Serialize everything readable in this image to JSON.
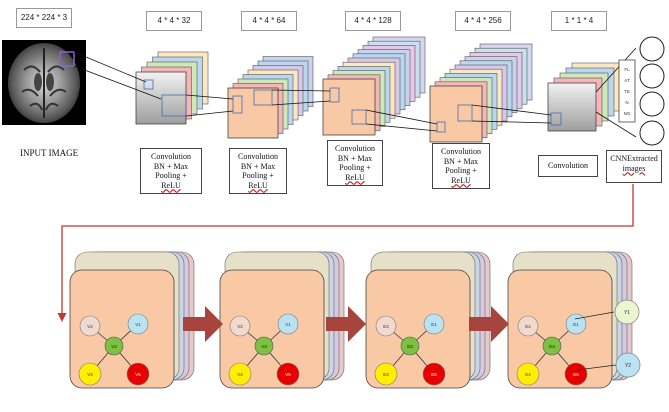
{
  "top_dims": [
    "224 * 224 * 3",
    "4 * 4 * 32",
    "4 * 4 * 64",
    "4 * 4 * 128",
    "4 * 4 * 256",
    "1 * 1 * 4"
  ],
  "input_label": "INPUT IMAGE",
  "layer_labels": [
    [
      "Convolution",
      "BN + Max",
      "Pooling +",
      "ReLU"
    ],
    [
      "Convolution",
      "BN + Max",
      "Pooling +",
      "ReLU"
    ],
    [
      "Convolution",
      "BN + Max",
      "Pooling +",
      "ReLU"
    ],
    [
      "Convolution",
      "BN + Max",
      "Pooling +",
      "ReLU"
    ]
  ],
  "conv_label": "Convolution",
  "extracted_label": [
    "CNNExtracted",
    "images"
  ],
  "fc_labels": [
    "FL",
    "AT",
    "TE",
    "N",
    "NG"
  ],
  "graph_blocks": [
    {
      "tl": "V2",
      "tr": "V1",
      "c": "V3",
      "bl": "V4",
      "br": "V5"
    },
    {
      "tl": "V2",
      "tr": "V1",
      "c": "V3",
      "bl": "V4",
      "br": "V5"
    },
    {
      "tl": "E2",
      "tr": "E1",
      "c": "E3",
      "bl": "E4",
      "br": "E5"
    },
    {
      "tl": "E2",
      "tr": "E1",
      "c": "E3",
      "bl": "E4",
      "br": "E5"
    }
  ],
  "outputs": [
    "Y1",
    "Y2"
  ],
  "colors": {
    "peach": "#f9c9a6",
    "gray_fill": "#c8c8c8",
    "arrow": "#a8443e",
    "connector": "#c0392b",
    "node_pink": "#f2d9d0",
    "node_blue": "#b9e3f2",
    "node_green": "#7cc142",
    "node_yellow": "#ffee00",
    "node_red": "#e60000",
    "out_green": "#e9f6d0",
    "out_blue": "#b9e3f2",
    "selection": "#8a63c9"
  }
}
